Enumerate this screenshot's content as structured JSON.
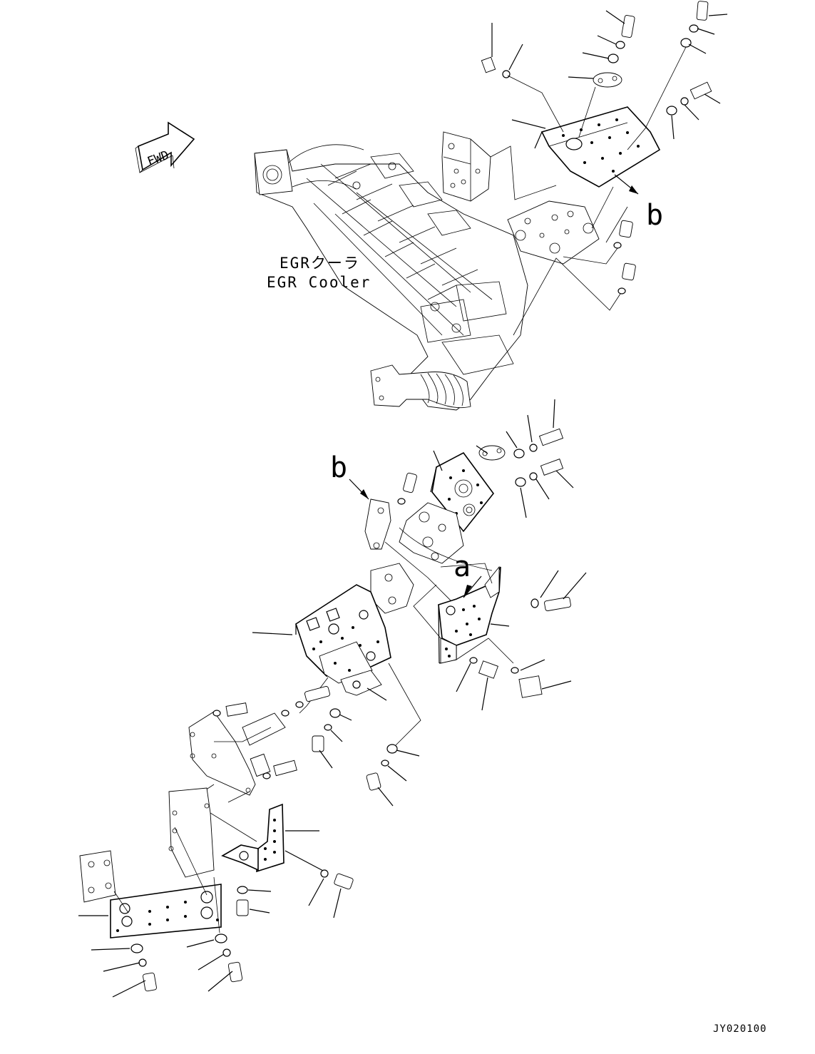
{
  "labels": {
    "fwd": "FWD",
    "cooler_jp": "EGRクーラ",
    "cooler_en": "EGR Cooler",
    "callout_b_top": "b",
    "callout_b_mid": "b",
    "callout_a": "a",
    "figure_id": "JY020100"
  },
  "icons": {
    "forward": "forward-arrow-icon"
  }
}
